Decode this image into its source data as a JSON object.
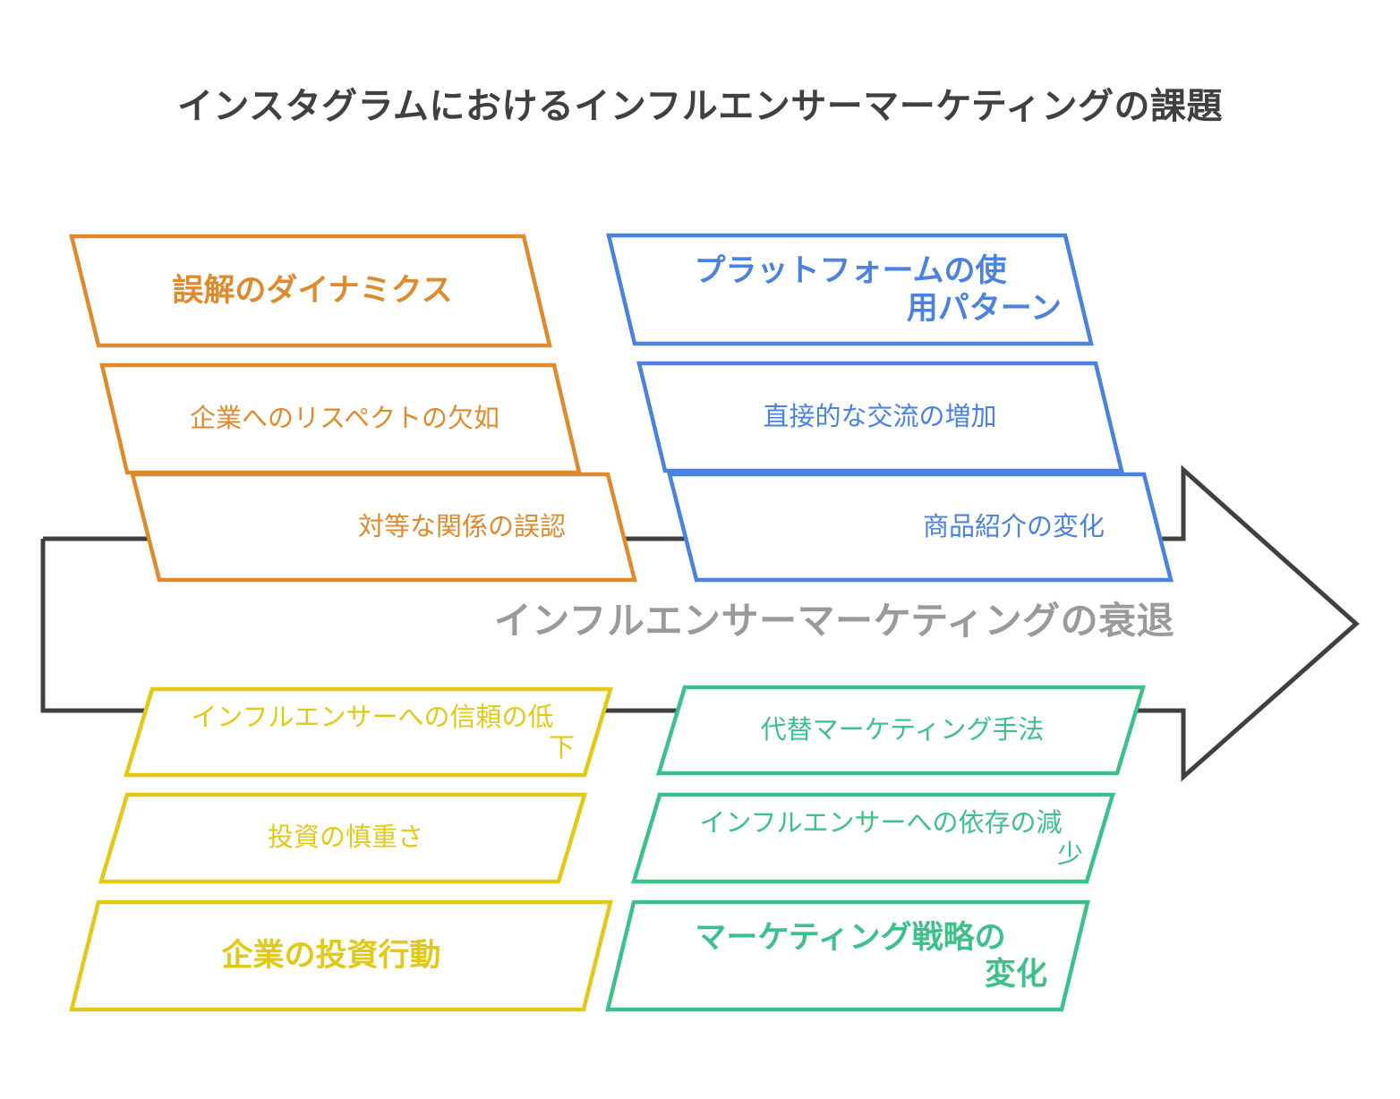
{
  "title": "インスタグラムにおけるインフルエンサーマーケティングの課題",
  "center_label": "インフルエンサーマーケティングの衰退",
  "colors": {
    "orange": "#E08A2E",
    "blue": "#4a82dd",
    "yellow": "#E1C916",
    "green": "#3cc18b",
    "arrow": "#404040",
    "title": "#404040",
    "center_label": "#9a9a9a",
    "background": "#ffffff"
  },
  "groups": [
    {
      "id": "misunderstanding-dynamics",
      "color_name": "orange",
      "position": "top-left",
      "header": "誤解のダイナミクス",
      "items": [
        "企業へのリスペクトの欠如",
        "対等な関係の誤認"
      ]
    },
    {
      "id": "platform-usage-patterns",
      "color_name": "blue",
      "position": "top-right",
      "header": "プラットフォームの使用パターン",
      "header_lines": [
        "プラットフォームの使",
        "用パターン"
      ],
      "items": [
        "直接的な交流の増加",
        "商品紹介の変化"
      ]
    },
    {
      "id": "corporate-investment-behavior",
      "color_name": "yellow",
      "position": "bottom-left",
      "header": "企業の投資行動",
      "items": [
        "インフルエンサーへの信頼の低下",
        "投資の慎重さ"
      ],
      "item_lines": [
        [
          "インフルエンサーへの信頼の低",
          "下"
        ],
        [
          "投資の慎重さ"
        ]
      ]
    },
    {
      "id": "marketing-strategy-change",
      "color_name": "green",
      "position": "bottom-right",
      "header": "マーケティング戦略の変化",
      "header_lines": [
        "マーケティング戦略の",
        "変化"
      ],
      "items": [
        "代替マーケティング手法",
        "インフルエンサーへの依存の減少"
      ],
      "item_lines": [
        [
          "代替マーケティング手法"
        ],
        [
          "インフルエンサーへの依存の減",
          "少"
        ]
      ]
    }
  ],
  "nodes": {
    "orange_header": "誤解のダイナミクス",
    "orange_item_1": "企業へのリスペクトの欠如",
    "orange_item_2": "対等な関係の誤認",
    "blue_header_line1": "プラットフォームの使",
    "blue_header_line2": "用パターン",
    "blue_item_1": "直接的な交流の増加",
    "blue_item_2": "商品紹介の変化",
    "yellow_item_1_line1": "インフルエンサーへの信頼の低",
    "yellow_item_1_line2": "下",
    "yellow_item_2": "投資の慎重さ",
    "yellow_header": "企業の投資行動",
    "green_item_1": "代替マーケティング手法",
    "green_item_2_line1": "インフルエンサーへの依存の減",
    "green_item_2_line2": "少",
    "green_header_line1": "マーケティング戦略の",
    "green_header_line2": "変化"
  },
  "arrow": {
    "name": "big-right-arrow",
    "direction": "right"
  }
}
